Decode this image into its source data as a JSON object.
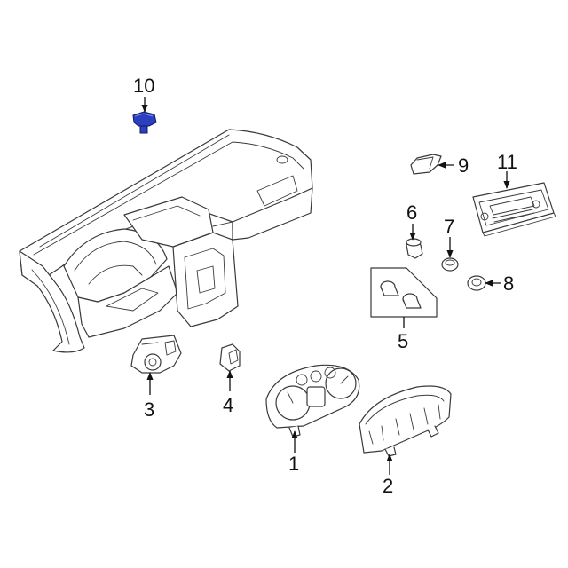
{
  "callouts": {
    "c1": "1",
    "c2": "2",
    "c3": "3",
    "c4": "4",
    "c5": "5",
    "c6": "6",
    "c7": "7",
    "c8": "8",
    "c9": "9",
    "c10": "10",
    "c11": "11"
  },
  "colors": {
    "highlight": "#2b3fbf",
    "line": "#3a3a3a"
  }
}
